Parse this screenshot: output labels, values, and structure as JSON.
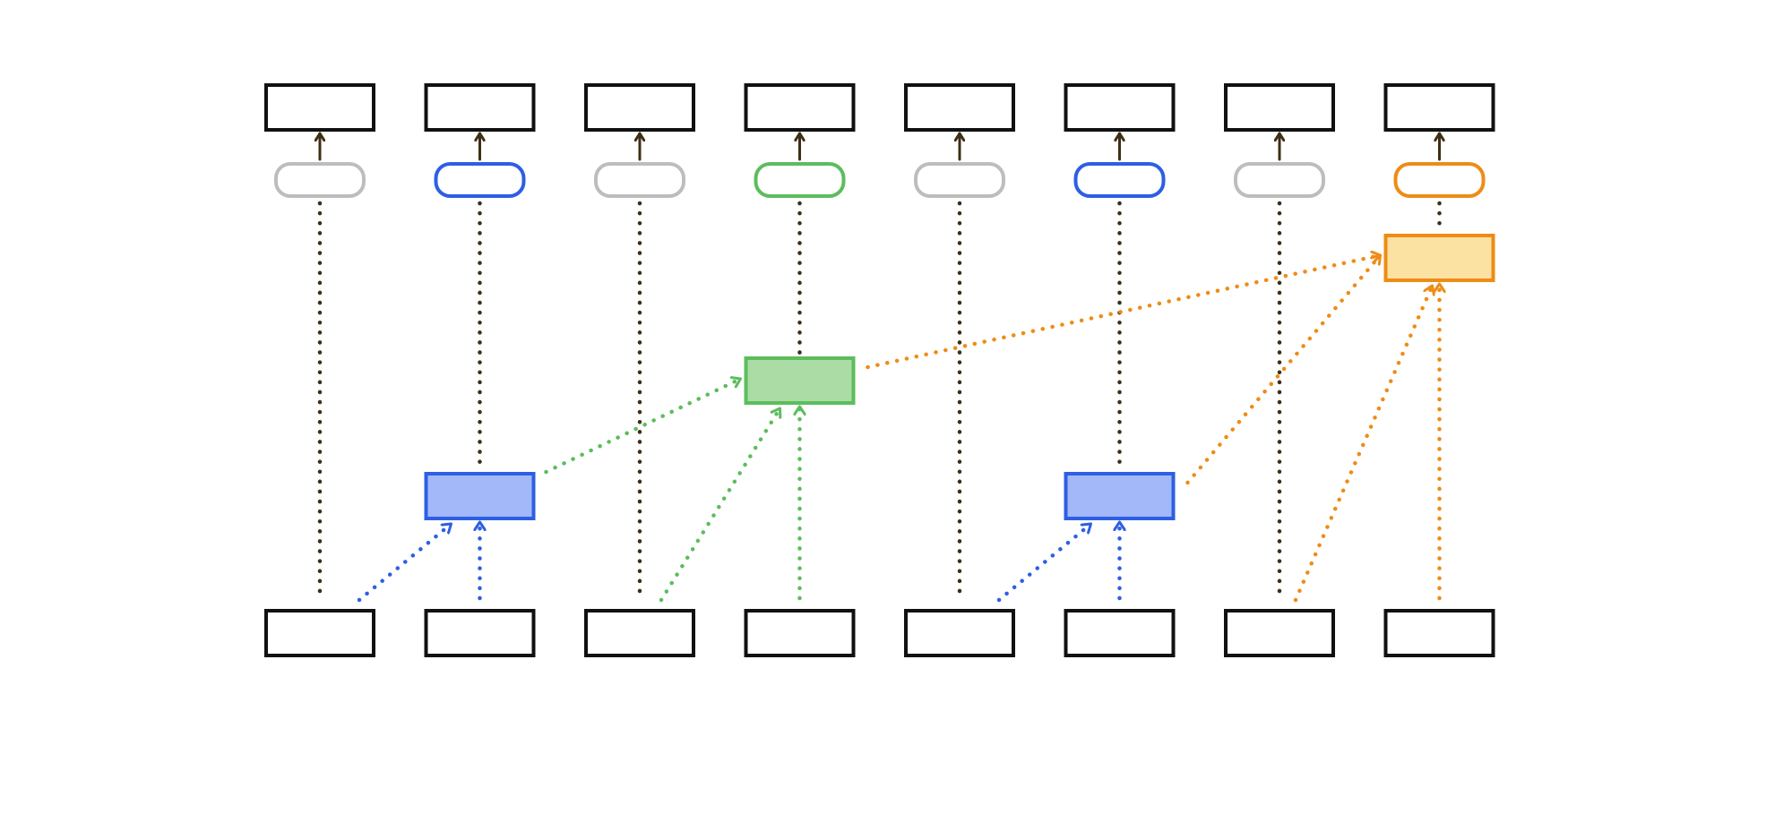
{
  "colors": {
    "neutral": "#3d2f14",
    "neutral_pill": "#bdbdbd",
    "blue_stroke": "#2d5fe3",
    "blue_fill": "#a3b8f9",
    "green_stroke": "#5cbd5c",
    "green_fill": "#abdca5",
    "orange_stroke": "#ee8c16",
    "orange_fill": "#fce2a2",
    "box_stroke": "#111111"
  },
  "diagram": {
    "columns": 8,
    "pill_colors": [
      "neutral",
      "blue",
      "neutral",
      "green",
      "neutral",
      "blue",
      "neutral",
      "orange"
    ],
    "blocks": [
      {
        "color": "blue",
        "column": 2,
        "level": 1,
        "inputs": [
          1,
          2
        ]
      },
      {
        "color": "blue",
        "column": 6,
        "level": 1,
        "inputs": [
          5,
          6
        ]
      },
      {
        "color": "green",
        "column": 4,
        "level": 2,
        "inputs": [
          "block-1",
          3,
          4
        ]
      },
      {
        "color": "orange",
        "column": 8,
        "level": 3,
        "inputs": [
          "block-3",
          "block-2",
          7,
          8
        ]
      }
    ]
  }
}
